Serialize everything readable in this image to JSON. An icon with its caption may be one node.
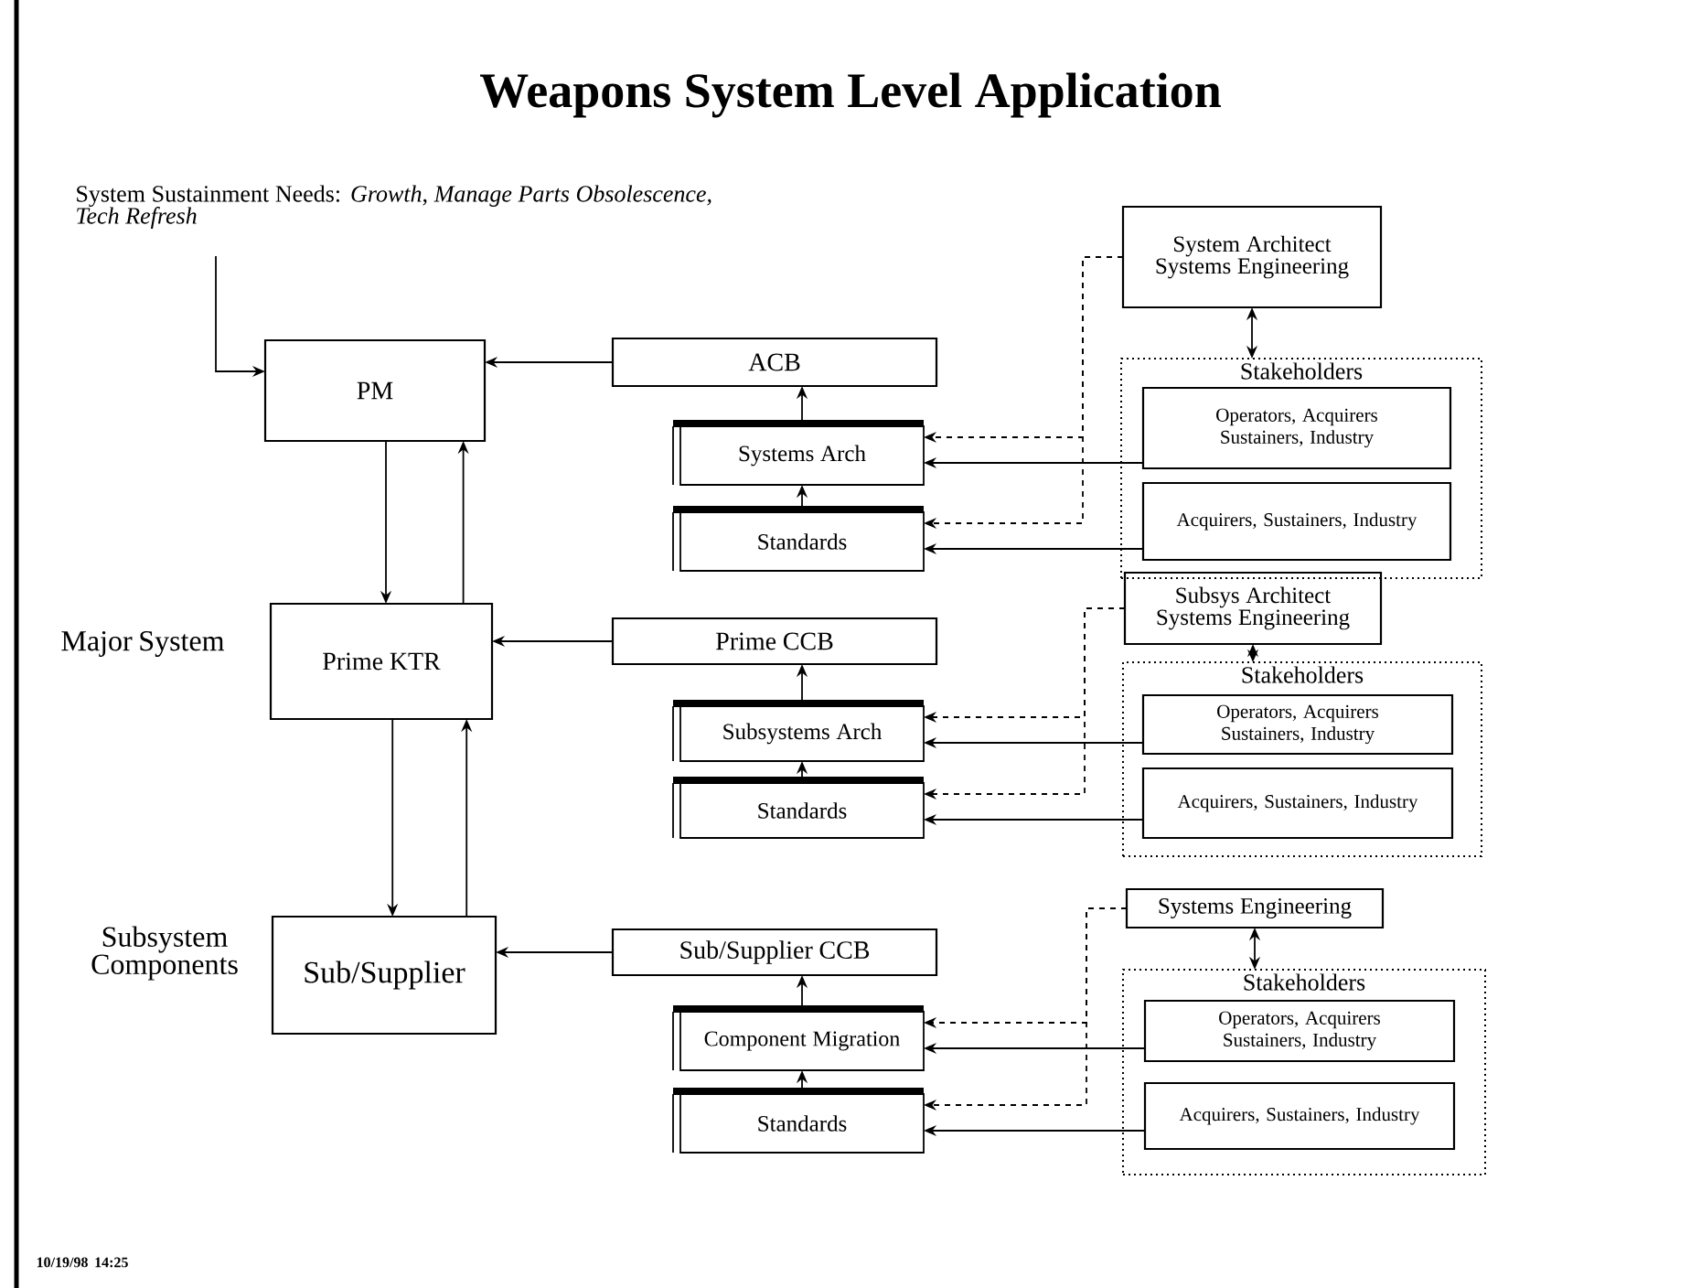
{
  "diagram": {
    "title": "Weapons System Level Application",
    "nodes": [
      {
        "text": [
          "PM"
        ]
      },
      {
        "text": [
          "ACB"
        ]
      },
      {
        "text": [
          "Systems Arch"
        ]
      },
      {
        "text": [
          "Standards"
        ]
      },
      {
        "text": [
          "System Architect Systems Engineering"
        ]
      },
      {
        "text": [
          "Stakeholders"
        ]
      },
      {
        "text": [
          "Operators, Acquirers Sustainers, Industry"
        ],
        "in": 5
      },
      {
        "text": [
          "Acquirers, Sustainers, Industry"
        ],
        "in": 5
      },
      {
        "text": [
          "Prime KTR"
        ]
      },
      {
        "text": [
          "Prime CCB"
        ]
      },
      {
        "text": [
          "Subsystems Arch"
        ]
      },
      {
        "text": [
          "Standards"
        ]
      },
      {
        "text": [
          "Subsys Architect Systems Engineering"
        ]
      },
      {
        "text": [
          "Stakeholders"
        ]
      },
      {
        "text": [
          "Operators, Acquirers Sustainers, Industry"
        ],
        "in": 13
      },
      {
        "text": [
          "Acquirers, Sustainers, Industry"
        ],
        "in": 13
      },
      {
        "text": [
          "Sub/Supplier"
        ]
      },
      {
        "text": [
          "Sub/Supplier CCB"
        ]
      },
      {
        "text": [
          "Component Migration"
        ]
      },
      {
        "text": [
          "Standards"
        ]
      },
      {
        "text": [
          "Systems Engineering"
        ]
      },
      {
        "text": [
          "Stakeholders"
        ]
      },
      {
        "text": [
          "Operators, Acquirers Sustainers, Industry"
        ],
        "in": 21
      },
      {
        "text": [
          "Acquirers, Sustainers, Industry"
        ],
        "in": 21
      },
      {
        "text": [
          "System Sustainment Needs: *Growth*, *Manage Parts Obsolescence, Tech Refresh*"
        ]
      }
    ],
    "edges": [
      {
        "from": 24,
        "to": 0,
        "arrow": "to"
      },
      {
        "from": 1,
        "to": 0,
        "arrow": "to"
      },
      {
        "from": 0,
        "to": 8,
        "arrow": "to"
      },
      {
        "from": 8,
        "to": 0,
        "arrow": "to"
      },
      {
        "from": 2,
        "to": 1,
        "arrow": "to"
      },
      {
        "from": 3,
        "to": 2,
        "arrow": "to"
      },
      {
        "from": 4,
        "to": 5,
        "arrow": "both"
      },
      {
        "from": 4,
        "to": 2,
        "arrow": "to",
        "style": "dashed"
      },
      {
        "from": 4,
        "to": 3,
        "arrow": "to",
        "style": "dashed"
      },
      {
        "from": 6,
        "to": 2,
        "arrow": "to"
      },
      {
        "from": 7,
        "to": 3,
        "arrow": "to"
      },
      {
        "from": 9,
        "to": 8,
        "arrow": "to"
      },
      {
        "from": 8,
        "to": 16,
        "arrow": "to"
      },
      {
        "from": 16,
        "to": 8,
        "arrow": "to"
      },
      {
        "from": 10,
        "to": 9,
        "arrow": "to"
      },
      {
        "from": 11,
        "to": 10,
        "arrow": "to"
      },
      {
        "from": 12,
        "to": 13,
        "arrow": "both"
      },
      {
        "from": 12,
        "to": 10,
        "arrow": "to",
        "style": "dashed"
      },
      {
        "from": 12,
        "to": 11,
        "arrow": "to",
        "style": "dashed"
      },
      {
        "from": 14,
        "to": 10,
        "arrow": "to"
      },
      {
        "from": 15,
        "to": 11,
        "arrow": "to"
      },
      {
        "from": 17,
        "to": 16,
        "arrow": "to"
      },
      {
        "from": 18,
        "to": 17,
        "arrow": "to"
      },
      {
        "from": 19,
        "to": 18,
        "arrow": "to"
      },
      {
        "from": 20,
        "to": 21,
        "arrow": "both"
      },
      {
        "from": 20,
        "to": 18,
        "arrow": "to",
        "style": "dashed"
      },
      {
        "from": 20,
        "to": 19,
        "arrow": "to",
        "style": "dashed"
      },
      {
        "from": 22,
        "to": 18,
        "arrow": "to"
      },
      {
        "from": 23,
        "to": 19,
        "arrow": "to"
      }
    ],
    "labels": [
      "Major System",
      "Subsystem Components",
      "10/19/98 14:25"
    ]
  }
}
